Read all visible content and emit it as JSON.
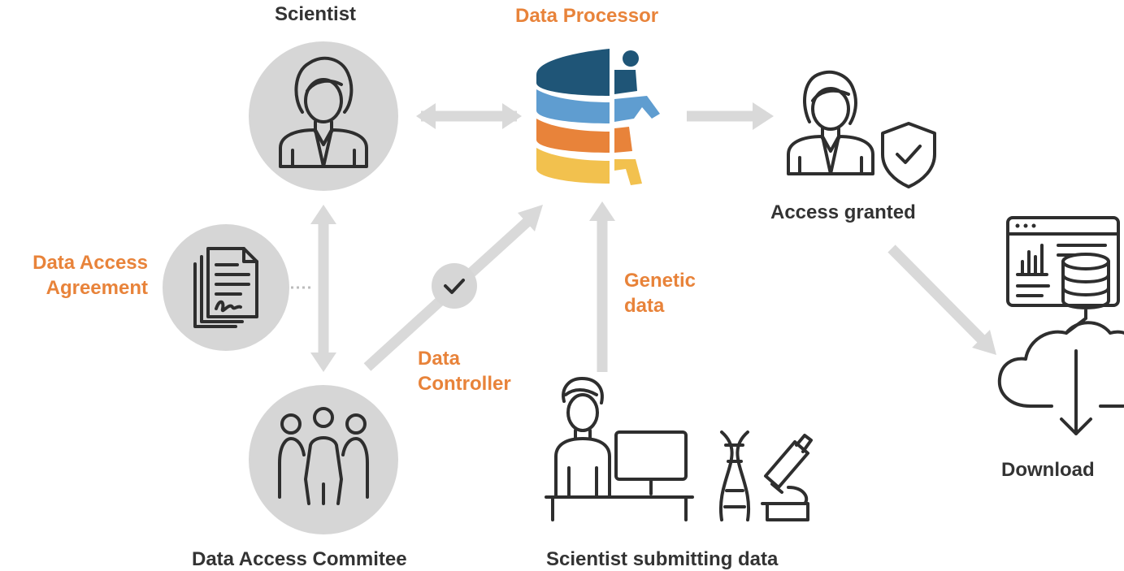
{
  "nodes": {
    "scientist": "Scientist",
    "data_processor": "Data Processor",
    "access_granted": "Access granted",
    "download": "Download",
    "data_access_agreement": [
      "Data Access",
      "Agreement"
    ],
    "genetic_data": [
      "Genetic",
      "data"
    ],
    "data_controller": [
      "Data",
      "Controller"
    ],
    "data_access_committee": "Data Access Commitee",
    "scientist_submitting": "Scientist submitting data"
  },
  "colors": {
    "accent_orange": "#e8833a",
    "arrow_gray": "#d9d9d9",
    "circle_gray": "#d6d6d6",
    "db_dark_blue": "#1f5577",
    "db_light_blue": "#5f9dd0",
    "db_orange": "#e8833a",
    "db_yellow": "#f2c14e"
  },
  "icons": [
    "scientist-icon",
    "database-person-icon",
    "shield-check-icon",
    "document-stack-icon",
    "committee-icon",
    "checkmark-icon",
    "dna-icon",
    "microscope-icon",
    "computer-desk-icon",
    "dashboard-icon",
    "cloud-download-icon"
  ]
}
